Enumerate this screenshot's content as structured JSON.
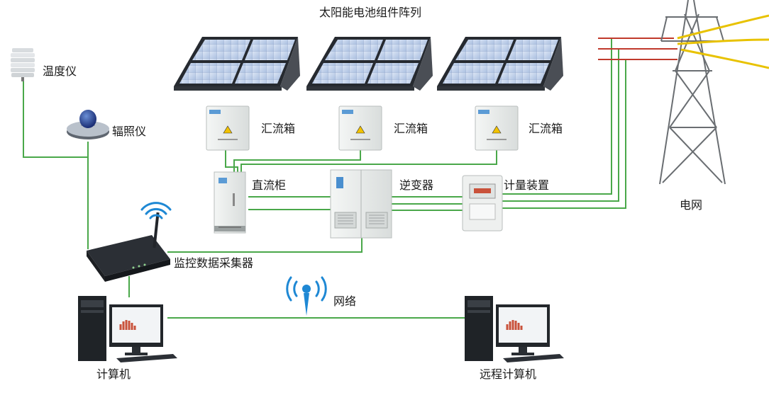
{
  "diagram": {
    "title": "太阳能电池组件阵列",
    "labels": {
      "thermometer": "温度仪",
      "irradiance_meter": "辐照仪",
      "combiner_box_1": "汇流箱",
      "combiner_box_2": "汇流箱",
      "combiner_box_3": "汇流箱",
      "dc_cabinet": "直流柜",
      "inverter": "逆变器",
      "metering_device": "计量装置",
      "grid": "电网",
      "data_collector": "监控数据采集器",
      "network": "网络",
      "computer": "计算机",
      "remote_computer": "远程计算机"
    },
    "colors": {
      "connection_line": "#4aa84a",
      "grid_line": "#c0392b",
      "panel_cell": "#c9d8ee",
      "panel_frame": "#2b2f36",
      "cabinet": "#e9eceb",
      "wifi": "#1e88d4",
      "wire_yellow": "#e8c200"
    },
    "icons": [
      "thermometer-icon",
      "irradiance-meter-icon",
      "solar-panel-icon",
      "combiner-box-icon",
      "dc-cabinet-icon",
      "inverter-icon",
      "meter-icon",
      "transmission-tower-icon",
      "router-icon",
      "wifi-icon",
      "network-antenna-icon",
      "desktop-computer-icon"
    ]
  }
}
